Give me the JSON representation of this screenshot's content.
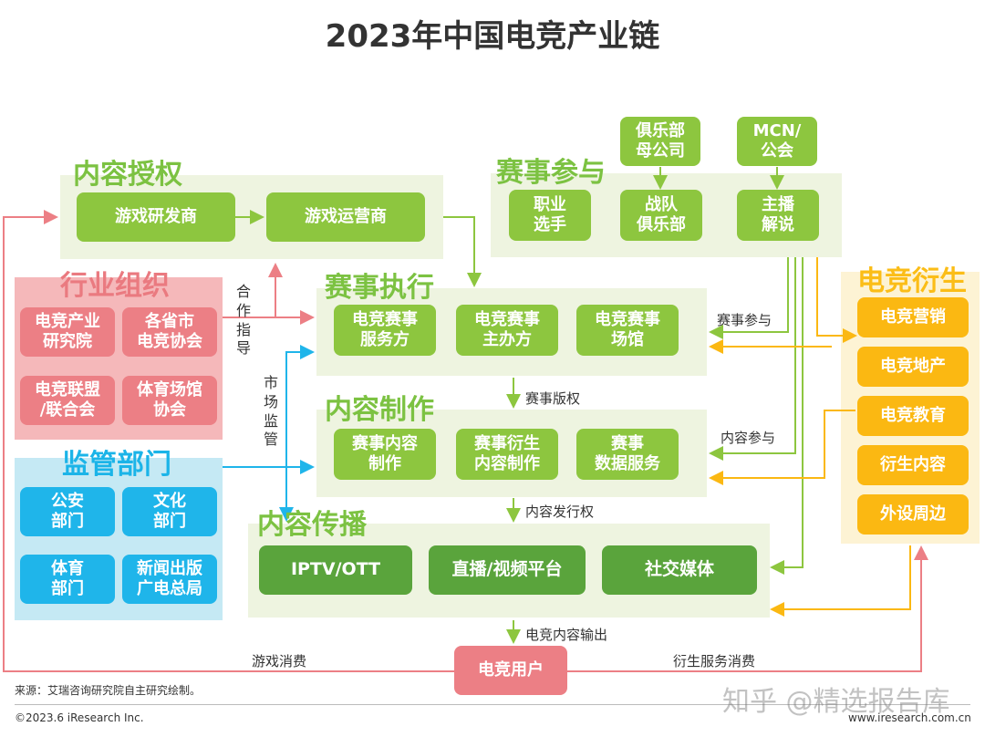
{
  "title": "2023年中国电竞产业链",
  "sections": {
    "content_license": "内容授权",
    "industry_org": "行业组织",
    "regulators": "监管部门",
    "esports_participation": "赛事参与",
    "event_execution": "赛事执行",
    "content_production": "内容制作",
    "content_distribution": "内容传播",
    "derivatives": "电竞衍生"
  },
  "nodes": {
    "game_developer": "游戏研发商",
    "game_operator": "游戏运营商",
    "pro_player": "职业\n选手",
    "team_club": "战队\n俱乐部",
    "streamer": "主播\n解说",
    "club_parent": "俱乐部\n母公司",
    "mcn": "MCN/\n公会",
    "org_institute": "电竞产业\n研究院",
    "org_provincial": "各省市\n电竞协会",
    "org_alliance": "电竞联盟\n/联合会",
    "org_venue": "体育场馆\n协会",
    "reg_public_security": "公安\n部门",
    "reg_culture": "文化\n部门",
    "reg_sports": "体育\n部门",
    "reg_press": "新闻出版\n广电总局",
    "event_service": "电竞赛事\n服务方",
    "event_organizer": "电竞赛事\n主办方",
    "event_venue": "电竞赛事\n场馆",
    "event_content": "赛事内容\n制作",
    "derivative_content": "赛事衍生\n内容制作",
    "data_service": "赛事\n数据服务",
    "iptv": "IPTV/OTT",
    "live_platform": "直播/视频平台",
    "social_media": "社交媒体",
    "user": "电竞用户",
    "marketing": "电竞营销",
    "real_estate": "电竞地产",
    "education": "电竞教育",
    "derived_content": "衍生内容",
    "peripherals": "外设周边"
  },
  "labels": {
    "cooperation_guidance": "合作指导",
    "market_supervision": "市场监管",
    "event_participation": "赛事参与",
    "event_rights": "赛事版权",
    "content_participation": "内容参与",
    "distribution_rights": "内容发行权",
    "content_output": "电竞内容输出",
    "game_consumption": "游戏消费",
    "derivative_consumption": "衍生服务消费"
  },
  "colors": {
    "green": "#8dc63f",
    "dark_green": "#5aa43c",
    "pink": "#ec7f85",
    "blue": "#1fb5ea",
    "yellow": "#fbb812"
  },
  "footer": {
    "source": "来源：艾瑞咨询研究院自主研究绘制。",
    "copyright": "©2023.6 iResearch Inc.",
    "url": "www.iresearch.com.cn",
    "watermark": "知乎 @精选报告库"
  }
}
